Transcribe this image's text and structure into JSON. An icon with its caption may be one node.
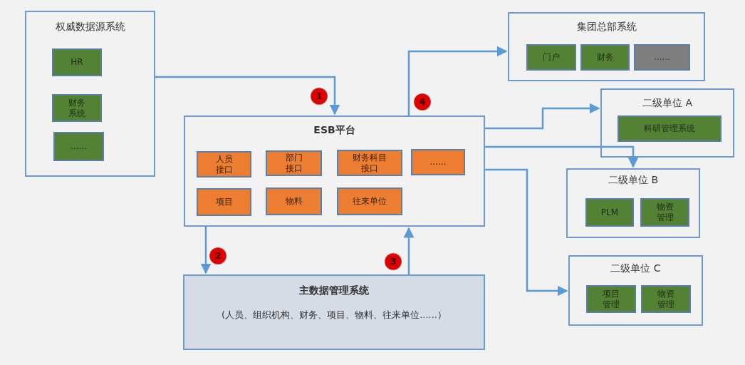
{
  "diagram": {
    "nodes": [
      {
        "text": [
          "权威数据源系统"
        ]
      },
      {
        "text": [
          "HR"
        ],
        "in": 0
      },
      {
        "text": [
          "财务系统"
        ],
        "in": 0
      },
      {
        "text": [
          "......"
        ],
        "in": 0
      },
      {
        "text": [
          "ESB平台"
        ]
      },
      {
        "text": [
          "人员接口"
        ],
        "in": 4
      },
      {
        "text": [
          "部门接口"
        ],
        "in": 4
      },
      {
        "text": [
          "财务科目接口"
        ],
        "in": 4
      },
      {
        "text": [
          "......"
        ],
        "in": 4
      },
      {
        "text": [
          "项目"
        ],
        "in": 4
      },
      {
        "text": [
          "物料"
        ],
        "in": 4
      },
      {
        "text": [
          "往来单位"
        ],
        "in": 4
      },
      {
        "text": [
          "主数据管理系统",
          "(人员、组织机构、财务、项目、物料、往来单位......）"
        ]
      },
      {
        "text": [
          "集团总部系统"
        ]
      },
      {
        "text": [
          "门户"
        ],
        "in": 13
      },
      {
        "text": [
          "财务"
        ],
        "in": 13
      },
      {
        "text": [
          "......"
        ],
        "in": 13
      },
      {
        "text": [
          "二级单位 A"
        ]
      },
      {
        "text": [
          "科研管理系统"
        ],
        "in": 17
      },
      {
        "text": [
          "二级单位 B"
        ]
      },
      {
        "text": [
          "PLM"
        ],
        "in": 19
      },
      {
        "text": [
          "物资管理"
        ],
        "in": 19
      },
      {
        "text": [
          "二级单位 C"
        ]
      },
      {
        "text": [
          "项目管理"
        ],
        "in": 22
      },
      {
        "text": [
          "物资管理"
        ],
        "in": 22
      }
    ],
    "edges": [
      {
        "from": 0,
        "to": 4,
        "arrow": "to",
        "label": "1"
      },
      {
        "from": 4,
        "to": 12,
        "arrow": "to",
        "label": "2"
      },
      {
        "from": 12,
        "to": 4,
        "arrow": "to",
        "label": "3"
      },
      {
        "from": 4,
        "to": 13,
        "arrow": "to",
        "label": "4"
      },
      {
        "from": 4,
        "to": 17,
        "arrow": "to"
      },
      {
        "from": 4,
        "to": 19,
        "arrow": "to"
      },
      {
        "from": 4,
        "to": 22,
        "arrow": "to"
      }
    ]
  }
}
